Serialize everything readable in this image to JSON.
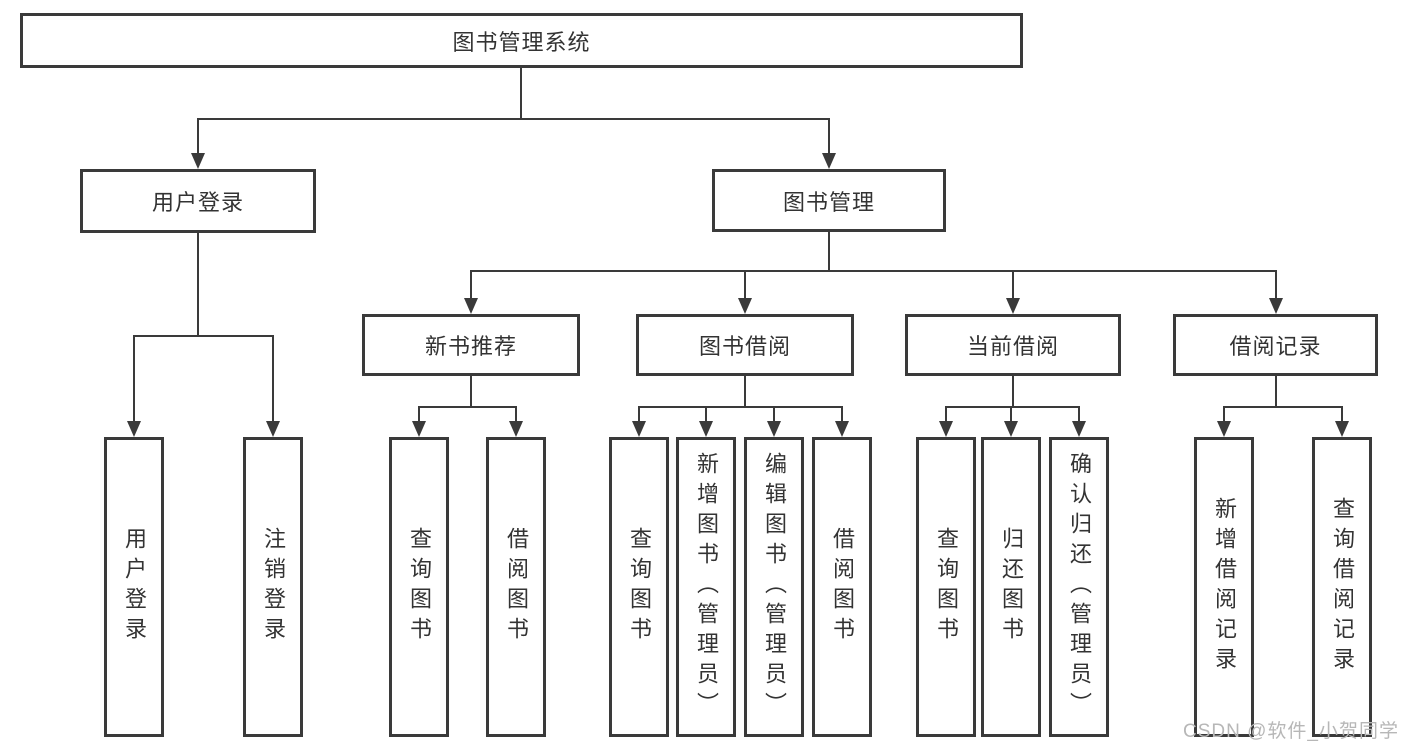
{
  "tree": {
    "label": "图书管理系统",
    "children": [
      {
        "label": "用户登录",
        "children": [
          {
            "label": "用户登录"
          },
          {
            "label": "注销登录"
          }
        ]
      },
      {
        "label": "图书管理",
        "children": [
          {
            "label": "新书推荐",
            "children": [
              {
                "label": "查询图书"
              },
              {
                "label": "借阅图书"
              }
            ]
          },
          {
            "label": "图书借阅",
            "children": [
              {
                "label": "查询图书"
              },
              {
                "label": "新增图书（管理员）"
              },
              {
                "label": "编辑图书（管理员）"
              },
              {
                "label": "借阅图书"
              }
            ]
          },
          {
            "label": "当前借阅",
            "children": [
              {
                "label": "查询图书"
              },
              {
                "label": "归还图书"
              },
              {
                "label": "确认归还（管理员）"
              }
            ]
          },
          {
            "label": "借阅记录",
            "children": [
              {
                "label": "新增借阅记录"
              },
              {
                "label": "查询借阅记录"
              }
            ]
          }
        ]
      }
    ]
  },
  "watermark": "CSDN @软件_小贺同学",
  "colors": {
    "line": "#3a3a3a",
    "text": "#333333",
    "watermark": "#b7b7b7"
  }
}
